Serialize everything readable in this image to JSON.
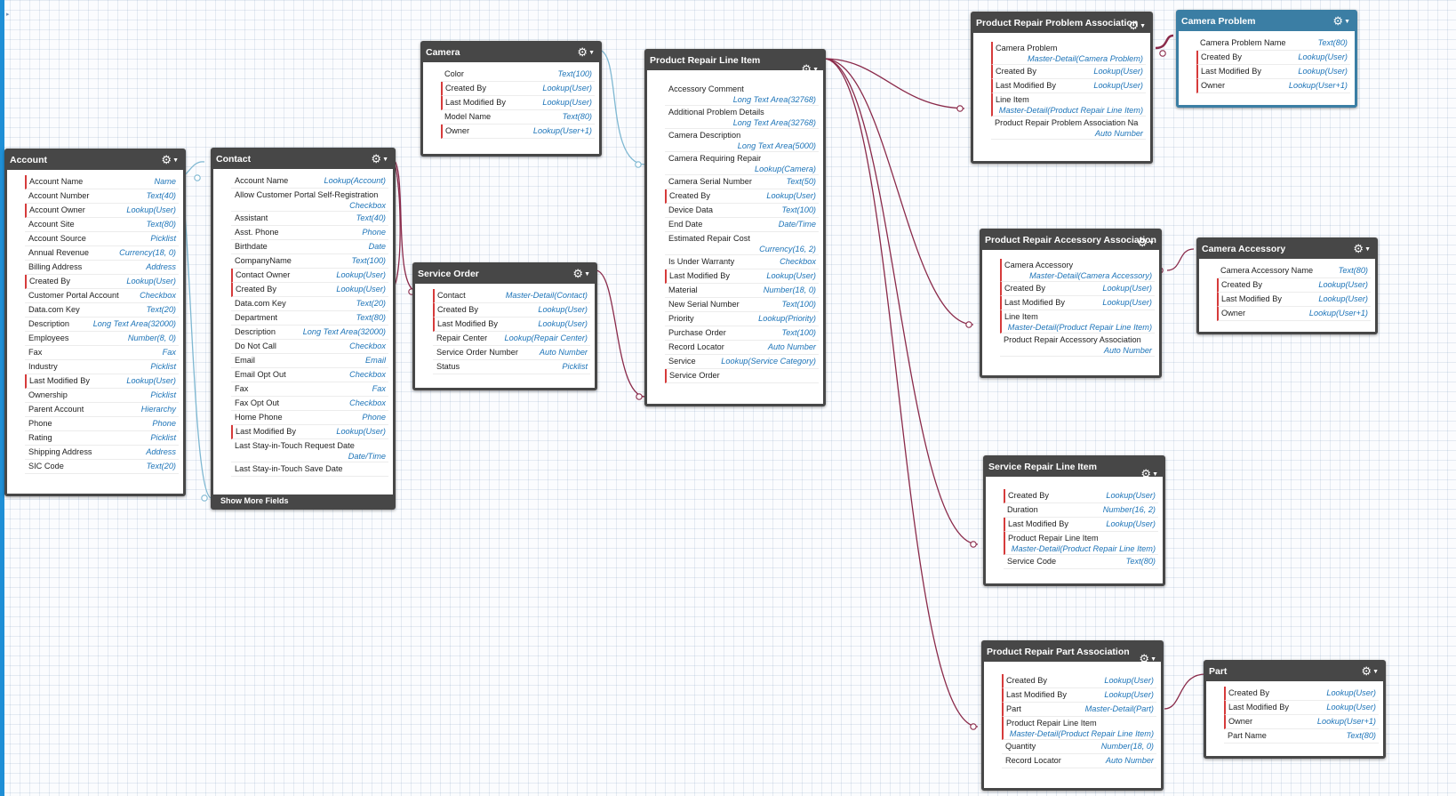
{
  "objects": {
    "account": {
      "title": "Account",
      "fields": [
        {
          "name": "Account Name",
          "type": "Name",
          "required": true
        },
        {
          "name": "Account Number",
          "type": "Text(40)"
        },
        {
          "name": "Account Owner",
          "type": "Lookup(User)",
          "required": true
        },
        {
          "name": "Account Site",
          "type": "Text(80)"
        },
        {
          "name": "Account Source",
          "type": "Picklist"
        },
        {
          "name": "Annual Revenue",
          "type": "Currency(18, 0)"
        },
        {
          "name": "Billing Address",
          "type": "Address"
        },
        {
          "name": "Created By",
          "type": "Lookup(User)",
          "required": true
        },
        {
          "name": "Customer Portal Account",
          "type": "Checkbox"
        },
        {
          "name": "Data.com Key",
          "type": "Text(20)"
        },
        {
          "name": "Description",
          "type": "Long Text Area(32000)"
        },
        {
          "name": "Employees",
          "type": "Number(8, 0)"
        },
        {
          "name": "Fax",
          "type": "Fax"
        },
        {
          "name": "Industry",
          "type": "Picklist"
        },
        {
          "name": "Last Modified By",
          "type": "Lookup(User)",
          "required": true
        },
        {
          "name": "Ownership",
          "type": "Picklist"
        },
        {
          "name": "Parent Account",
          "type": "Hierarchy"
        },
        {
          "name": "Phone",
          "type": "Phone"
        },
        {
          "name": "Rating",
          "type": "Picklist"
        },
        {
          "name": "Shipping Address",
          "type": "Address"
        },
        {
          "name": "SIC Code",
          "type": "Text(20)"
        }
      ]
    },
    "contact": {
      "title": "Contact",
      "more_label": "Show More Fields",
      "fields": [
        {
          "name": "Account Name",
          "type": "Lookup(Account)"
        },
        {
          "name": "Allow Customer Portal Self-Registration",
          "type": "Checkbox",
          "two": true
        },
        {
          "name": "Assistant",
          "type": "Text(40)"
        },
        {
          "name": "Asst. Phone",
          "type": "Phone"
        },
        {
          "name": "Birthdate",
          "type": "Date"
        },
        {
          "name": "CompanyName",
          "type": "Text(100)"
        },
        {
          "name": "Contact Owner",
          "type": "Lookup(User)",
          "required": true
        },
        {
          "name": "Created By",
          "type": "Lookup(User)",
          "required": true
        },
        {
          "name": "Data.com Key",
          "type": "Text(20)"
        },
        {
          "name": "Department",
          "type": "Text(80)"
        },
        {
          "name": "Description",
          "type": "Long Text Area(32000)"
        },
        {
          "name": "Do Not Call",
          "type": "Checkbox"
        },
        {
          "name": "Email",
          "type": "Email"
        },
        {
          "name": "Email Opt Out",
          "type": "Checkbox"
        },
        {
          "name": "Fax",
          "type": "Fax"
        },
        {
          "name": "Fax Opt Out",
          "type": "Checkbox"
        },
        {
          "name": "Home Phone",
          "type": "Phone"
        },
        {
          "name": "Last Modified By",
          "type": "Lookup(User)",
          "required": true
        },
        {
          "name": "Last Stay-in-Touch Request Date",
          "type": "Date/Time",
          "two": true
        },
        {
          "name": "Last Stay-in-Touch Save Date",
          "type": ""
        }
      ]
    },
    "camera": {
      "title": "Camera",
      "fields": [
        {
          "name": "Color",
          "type": "Text(100)"
        },
        {
          "name": "Created By",
          "type": "Lookup(User)",
          "required": true
        },
        {
          "name": "Last Modified By",
          "type": "Lookup(User)",
          "required": true
        },
        {
          "name": "Model Name",
          "type": "Text(80)"
        },
        {
          "name": "Owner",
          "type": "Lookup(User+1)",
          "required": true
        }
      ]
    },
    "service_order": {
      "title": "Service Order",
      "fields": [
        {
          "name": "Contact",
          "type": "Master-Detail(Contact)",
          "required": true
        },
        {
          "name": "Created By",
          "type": "Lookup(User)",
          "required": true
        },
        {
          "name": "Last Modified By",
          "type": "Lookup(User)",
          "required": true
        },
        {
          "name": "Repair Center",
          "type": "Lookup(Repair Center)"
        },
        {
          "name": "Service Order Number",
          "type": "Auto Number"
        },
        {
          "name": "Status",
          "type": "Picklist"
        }
      ]
    },
    "product_repair_line_item": {
      "title": "Product Repair Line Item",
      "fields": [
        {
          "name": "Accessory Comment",
          "type": "Long Text Area(32768)",
          "two": true
        },
        {
          "name": "Additional Problem Details",
          "type": "Long Text Area(32768)",
          "two": true
        },
        {
          "name": "Camera Description",
          "type": "Long Text Area(5000)",
          "two": true
        },
        {
          "name": "Camera Requiring Repair",
          "type": "Lookup(Camera)",
          "two": true
        },
        {
          "name": "Camera Serial Number",
          "type": "Text(50)"
        },
        {
          "name": "Created By",
          "type": "Lookup(User)",
          "required": true
        },
        {
          "name": "Device Data",
          "type": "Text(100)"
        },
        {
          "name": "End Date",
          "type": "Date/Time"
        },
        {
          "name": "Estimated Repair Cost",
          "type": "Currency(16, 2)",
          "two": true
        },
        {
          "name": "Is Under Warranty",
          "type": "Checkbox"
        },
        {
          "name": "Last Modified By",
          "type": "Lookup(User)",
          "required": true
        },
        {
          "name": "Material",
          "type": "Number(18, 0)"
        },
        {
          "name": "New Serial Number",
          "type": "Text(100)"
        },
        {
          "name": "Priority",
          "type": "Lookup(Priority)"
        },
        {
          "name": "Purchase Order",
          "type": "Text(100)"
        },
        {
          "name": "Record Locator",
          "type": "Auto Number"
        },
        {
          "name": "Service",
          "type": "Lookup(Service Category)"
        },
        {
          "name": "Service Order",
          "type": "",
          "required": true
        }
      ]
    },
    "product_repair_problem_association": {
      "title": "Product Repair Problem Association",
      "fields": [
        {
          "name": "Camera Problem",
          "type": "Master-Detail(Camera Problem)",
          "two": true,
          "required": true
        },
        {
          "name": "Created By",
          "type": "Lookup(User)",
          "required": true
        },
        {
          "name": "Last Modified By",
          "type": "Lookup(User)",
          "required": true
        },
        {
          "name": "Line Item",
          "type": "Master-Detail(Product Repair Line Item)",
          "two": true,
          "required": true
        },
        {
          "name": "Product Repair Problem Association Na",
          "type": "Auto Number",
          "two": true
        }
      ]
    },
    "camera_problem": {
      "title": "Camera Problem",
      "fields": [
        {
          "name": "Camera Problem Name",
          "type": "Text(80)"
        },
        {
          "name": "Created By",
          "type": "Lookup(User)",
          "required": true
        },
        {
          "name": "Last Modified By",
          "type": "Lookup(User)",
          "required": true
        },
        {
          "name": "Owner",
          "type": "Lookup(User+1)",
          "required": true
        }
      ]
    },
    "product_repair_accessory_association": {
      "title": "Product Repair Accessory Association",
      "fields": [
        {
          "name": "Camera Accessory",
          "type": "Master-Detail(Camera Accessory)",
          "two": true,
          "required": true
        },
        {
          "name": "Created By",
          "type": "Lookup(User)",
          "required": true
        },
        {
          "name": "Last Modified By",
          "type": "Lookup(User)",
          "required": true
        },
        {
          "name": "Line Item",
          "type": "Master-Detail(Product Repair Line Item)",
          "two": true,
          "required": true
        },
        {
          "name": "Product Repair Accessory Association",
          "type": "Auto Number",
          "two": true
        }
      ]
    },
    "camera_accessory": {
      "title": "Camera Accessory",
      "fields": [
        {
          "name": "Camera Accessory Name",
          "type": "Text(80)"
        },
        {
          "name": "Created By",
          "type": "Lookup(User)",
          "required": true
        },
        {
          "name": "Last Modified By",
          "type": "Lookup(User)",
          "required": true
        },
        {
          "name": "Owner",
          "type": "Lookup(User+1)",
          "required": true
        }
      ]
    },
    "service_repair_line_item": {
      "title": "Service Repair Line Item",
      "fields": [
        {
          "name": "Created By",
          "type": "Lookup(User)",
          "required": true
        },
        {
          "name": "Duration",
          "type": "Number(16, 2)"
        },
        {
          "name": "Last Modified By",
          "type": "Lookup(User)",
          "required": true
        },
        {
          "name": "Product Repair Line Item",
          "type": "Master-Detail(Product Repair Line Item)",
          "two": true,
          "required": true
        },
        {
          "name": "Service Code",
          "type": "Text(80)"
        }
      ]
    },
    "product_repair_part_association": {
      "title": "Product Repair Part Association",
      "fields": [
        {
          "name": "Created By",
          "type": "Lookup(User)",
          "required": true
        },
        {
          "name": "Last Modified By",
          "type": "Lookup(User)",
          "required": true
        },
        {
          "name": "Part",
          "type": "Master-Detail(Part)",
          "required": true
        },
        {
          "name": "Product Repair Line Item",
          "type": "Master-Detail(Product Repair Line Item)",
          "two": true,
          "required": true
        },
        {
          "name": "Quantity",
          "type": "Number(18, 0)"
        },
        {
          "name": "Record Locator",
          "type": "Auto Number"
        }
      ]
    },
    "part": {
      "title": "Part",
      "fields": [
        {
          "name": "Created By",
          "type": "Lookup(User)",
          "required": true
        },
        {
          "name": "Last Modified By",
          "type": "Lookup(User)",
          "required": true
        },
        {
          "name": "Owner",
          "type": "Lookup(User+1)",
          "required": true
        },
        {
          "name": "Part Name",
          "type": "Text(80)"
        }
      ]
    }
  },
  "colors": {
    "header": "#474747",
    "selected_header": "#3b7ea4",
    "lookup_line": "#7fb8d2",
    "master_detail_line": "#8a2a4a",
    "required_marker": "#d63b3b",
    "type_text": "#1d74b8"
  },
  "icons": {
    "settings": "gear-icon",
    "menu": "caret-down-icon"
  }
}
